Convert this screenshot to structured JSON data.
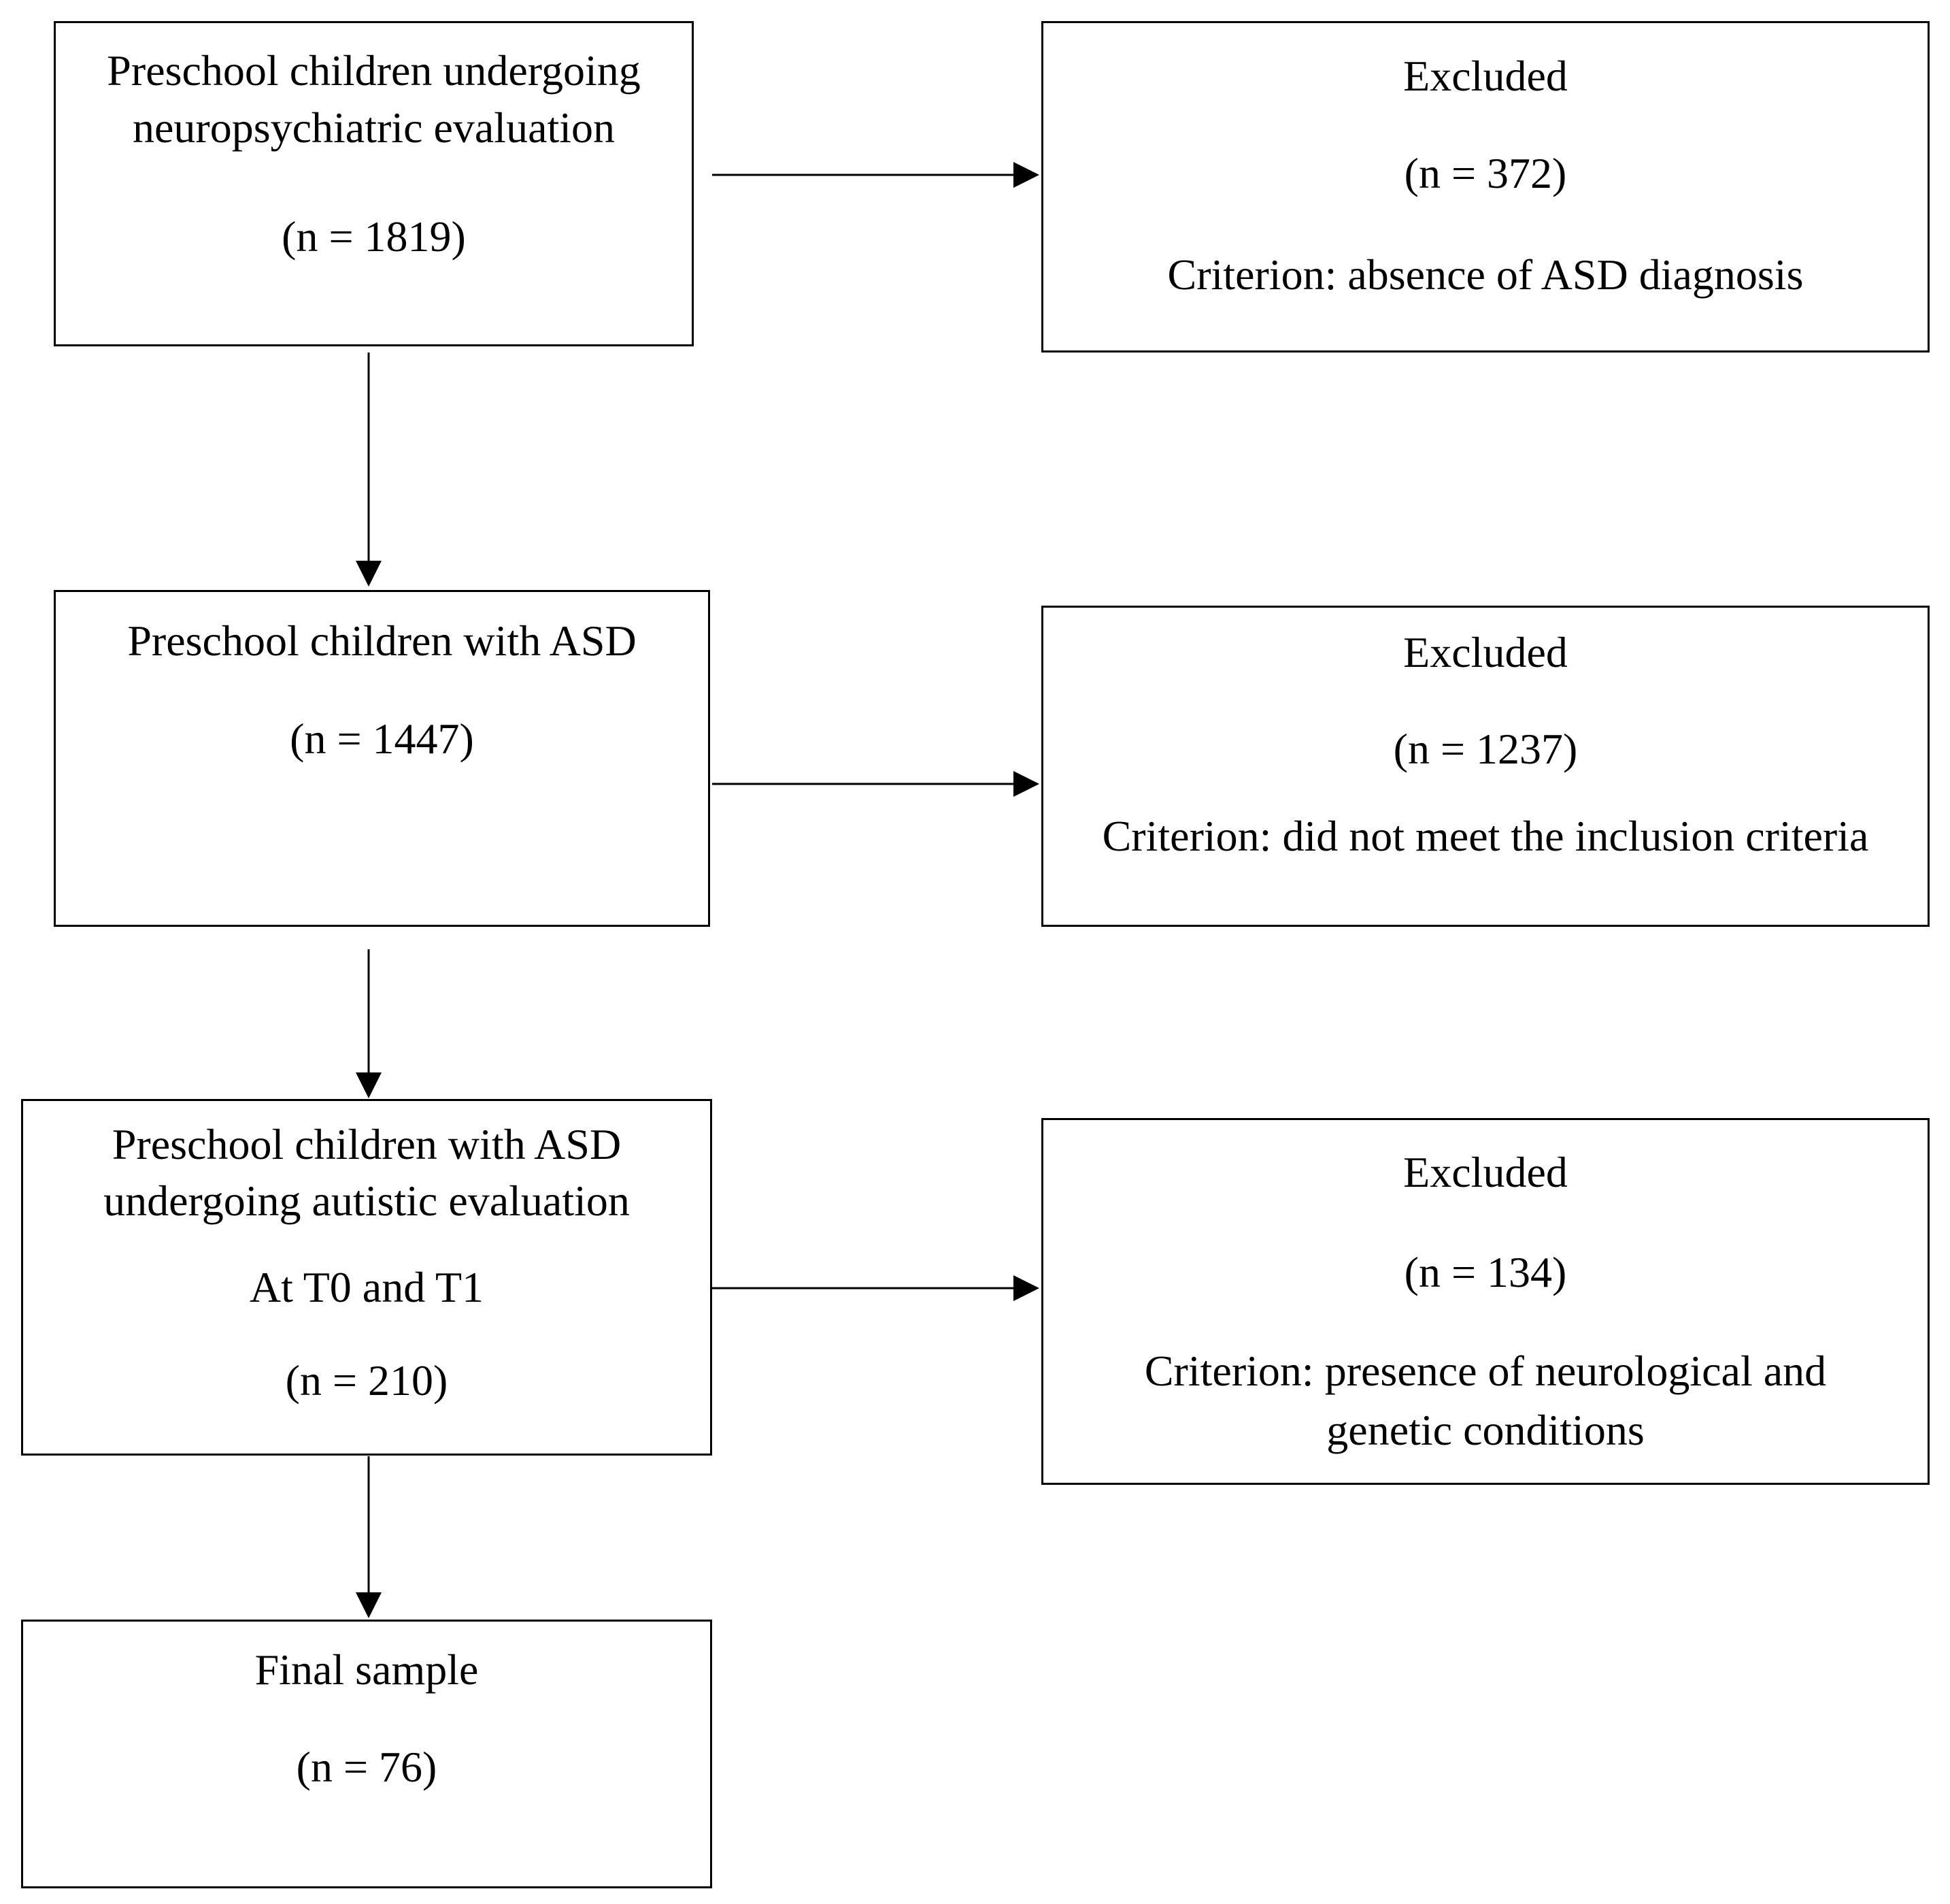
{
  "nodes": {
    "evaluation": {
      "lines": [
        "Preschool children undergoing",
        "neuropsychiatric evaluation",
        "(n = 1819)"
      ]
    },
    "excluded_1": {
      "lines": [
        "Excluded",
        "(n = 372)",
        "Criterion: absence of ASD diagnosis"
      ]
    },
    "asd": {
      "lines": [
        "Preschool children with ASD",
        "(n = 1447)"
      ]
    },
    "excluded_2": {
      "lines": [
        "Excluded",
        "(n = 1237)",
        "Criterion: did not meet the inclusion criteria"
      ]
    },
    "autistic_evaluation": {
      "lines": [
        "Preschool children with ASD",
        "undergoing autistic evaluation",
        "At T0 and T1",
        "(n = 210)"
      ]
    },
    "excluded_3": {
      "lines": [
        "Excluded",
        "(n = 134)",
        "Criterion: presence of neurological and",
        "genetic conditions"
      ]
    },
    "final": {
      "lines": [
        "Final sample",
        "(n = 76)"
      ]
    }
  },
  "edges": [
    {
      "from": "evaluation",
      "to": "excluded_1"
    },
    {
      "from": "evaluation",
      "to": "asd"
    },
    {
      "from": "asd",
      "to": "excluded_2"
    },
    {
      "from": "asd",
      "to": "autistic_evaluation"
    },
    {
      "from": "autistic_evaluation",
      "to": "excluded_3"
    },
    {
      "from": "autistic_evaluation",
      "to": "final"
    }
  ]
}
